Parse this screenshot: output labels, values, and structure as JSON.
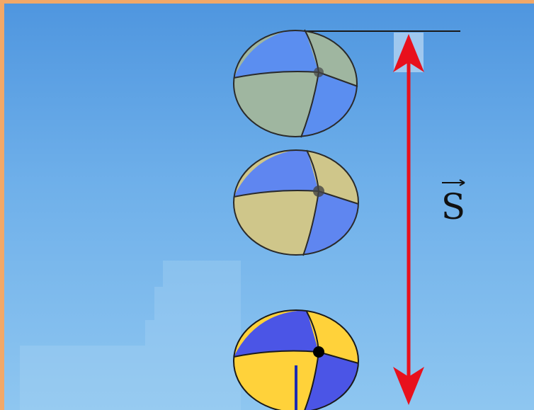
{
  "label": {
    "vector_symbol": "S"
  },
  "colors": {
    "frame_border": "#f2a868",
    "background_top": "#4f96df",
    "background_bottom": "#8ec6f0",
    "arrow": "#e8101c",
    "ball_faded_blue": "#5b8ef0",
    "ball_faded_green": "#9fb6a0",
    "ball_mid_blue": "#5f86f0",
    "ball_mid_khaki": "#cfc68a",
    "ball_bright_blue": "#4b55e6",
    "ball_bright_yellow": "#ffd23a",
    "reference_line": "#1a1a1a"
  },
  "icons": [
    "ball-top-faded",
    "ball-middle",
    "ball-bottom-bright",
    "displacement-arrow"
  ]
}
